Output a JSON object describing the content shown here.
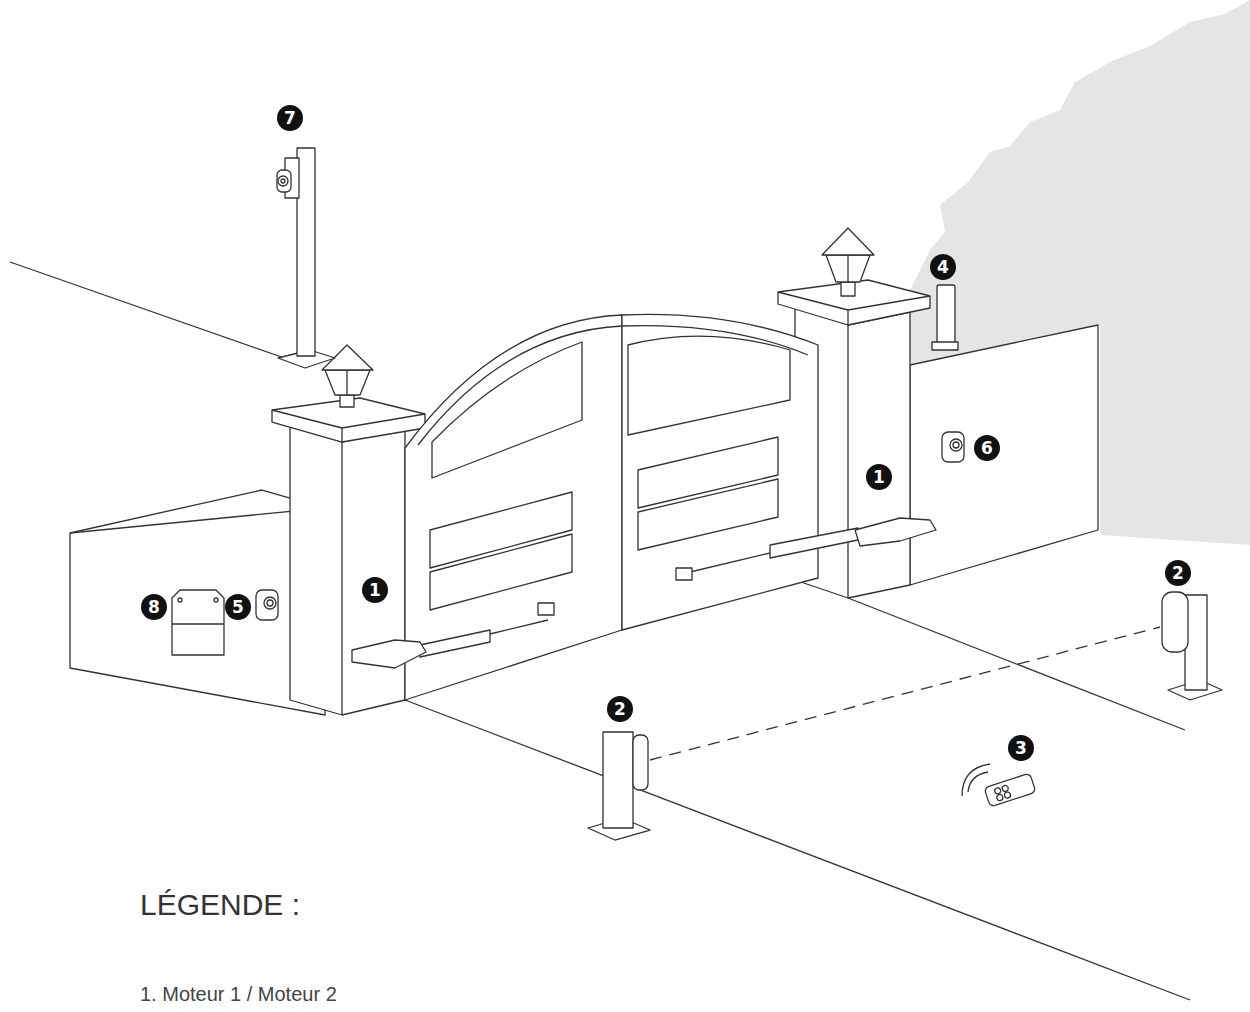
{
  "diagram": {
    "labels": [
      "7",
      "4",
      "6",
      "1",
      "2",
      "1",
      "8",
      "5",
      "2",
      "3",
      "LÉGENDE :",
      "1. Moteur 1 / Moteur 2"
    ]
  }
}
